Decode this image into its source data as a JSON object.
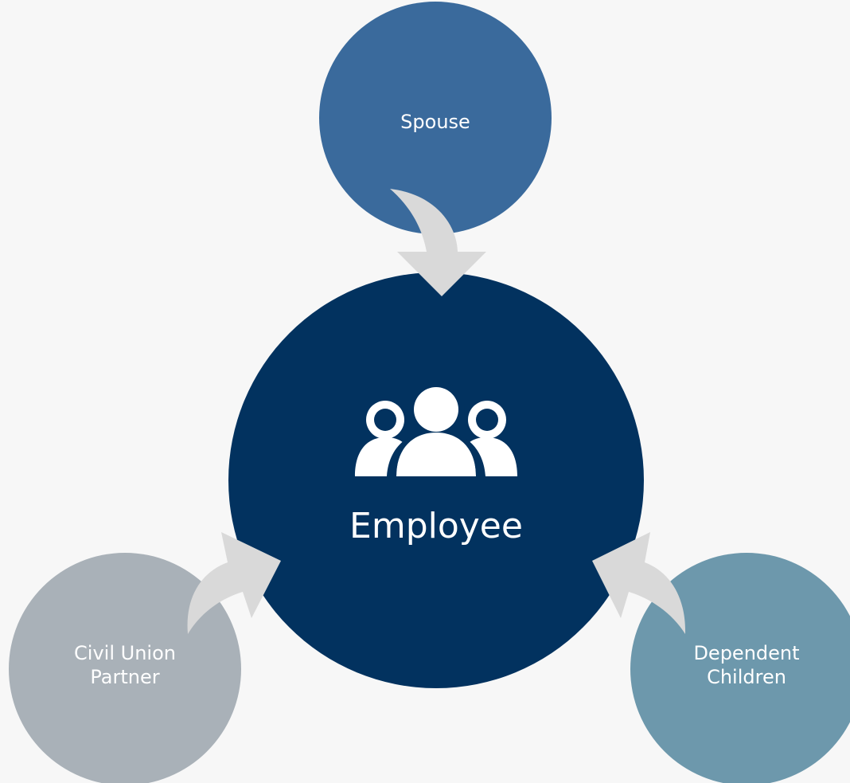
{
  "diagram": {
    "center": {
      "label": "Employee",
      "icon": "people-group-icon",
      "color": "#02325f"
    },
    "nodes": [
      {
        "id": "spouse",
        "label": "Spouse",
        "color": "#3a6a9c"
      },
      {
        "id": "civil-union-partner",
        "label": "Civil Union\nPartner",
        "color": "#a9b1b8"
      },
      {
        "id": "dependent-children",
        "label": "Dependent\nChildren",
        "color": "#6d98ac"
      }
    ],
    "arrow_color": "#d9d9d9",
    "background": "#f7f7f7"
  }
}
